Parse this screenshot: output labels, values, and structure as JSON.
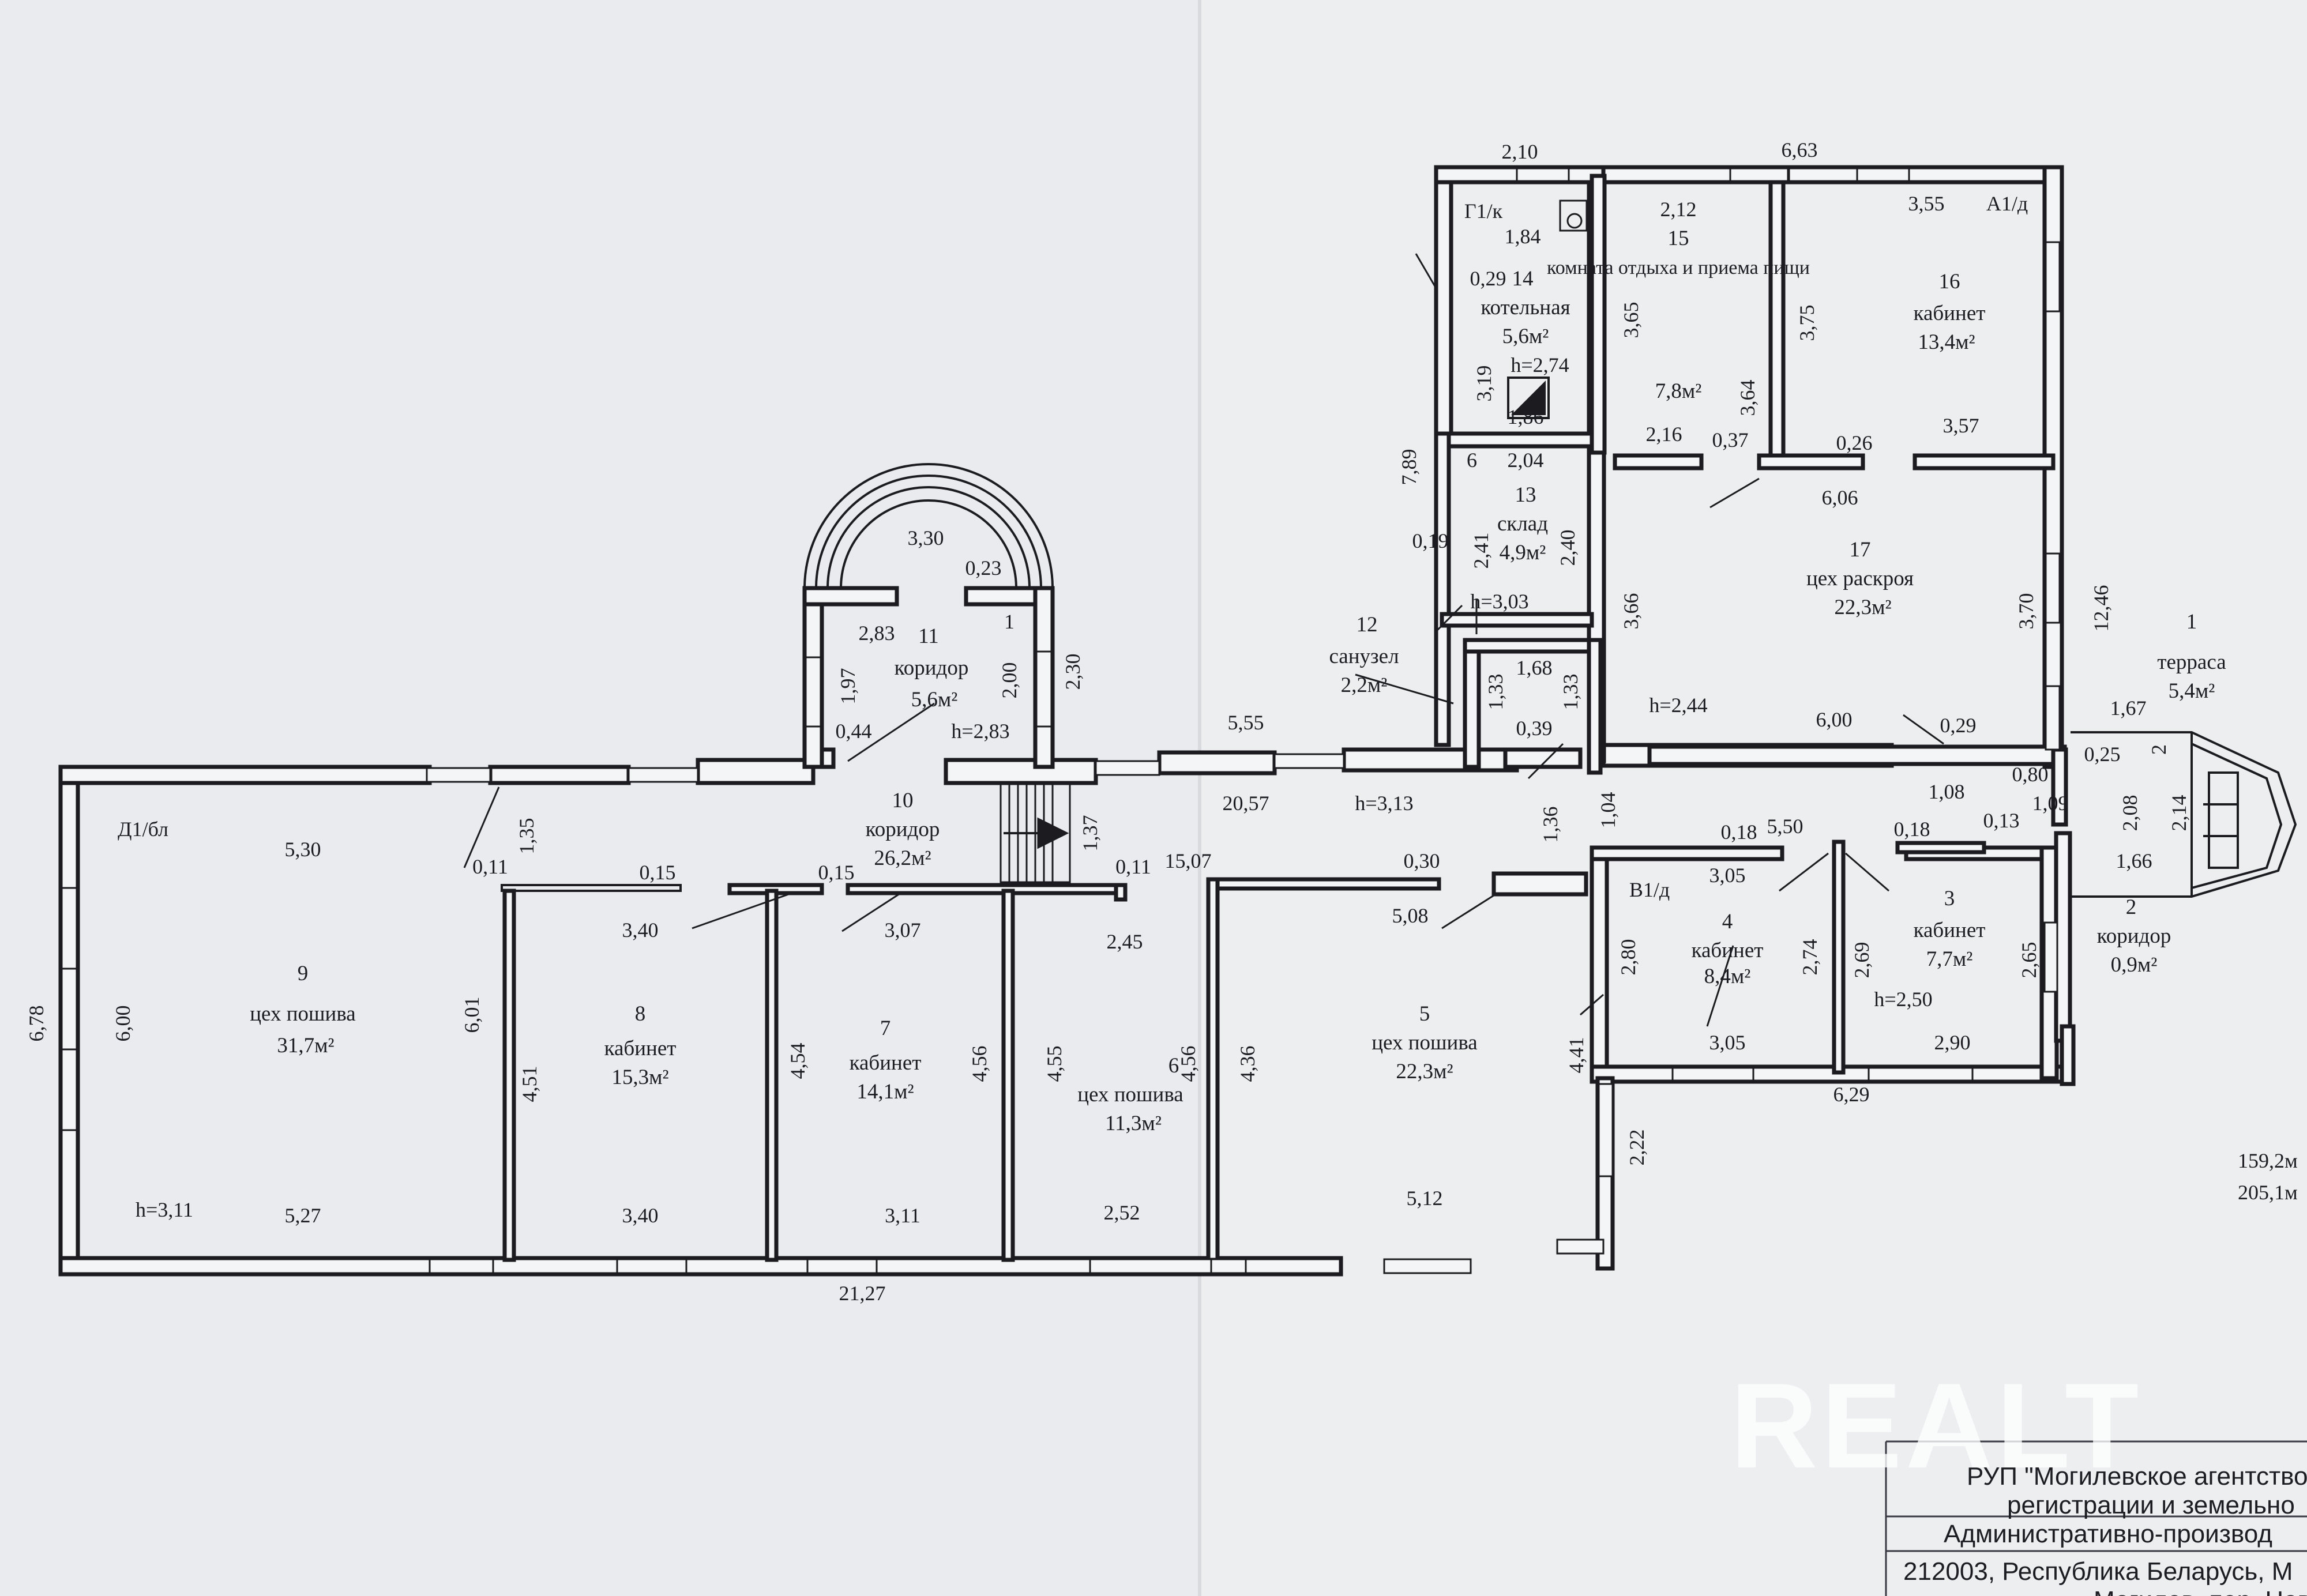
{
  "rooms": [
    {
      "id": "1",
      "name": "терраса",
      "area": "5,4м²"
    },
    {
      "id": "2",
      "name": "коридор",
      "area": "0,9м²"
    },
    {
      "id": "3",
      "name": "кабинет",
      "area": "7,7м²"
    },
    {
      "id": "4",
      "name": "кабинет",
      "area": "8,4м²"
    },
    {
      "id": "5",
      "name": "цех пошива",
      "area": "22,3м²"
    },
    {
      "id": "6",
      "name": "цех пошива",
      "area": "11,3м²"
    },
    {
      "id": "7",
      "name": "кабинет",
      "area": "14,1м²"
    },
    {
      "id": "8",
      "name": "кабинет",
      "area": "15,3м²"
    },
    {
      "id": "9",
      "name": "цех пошива",
      "area": "31,7м²"
    },
    {
      "id": "10",
      "name": "коридор",
      "area": "26,2м²"
    },
    {
      "id": "11",
      "name": "коридор",
      "area": "5,6м²"
    },
    {
      "id": "12",
      "name": "санузел",
      "area": "2,2м²"
    },
    {
      "id": "13",
      "name": "склад",
      "area": "4,9м²"
    },
    {
      "id": "14",
      "name": "котельная",
      "area": "5,6м²"
    },
    {
      "id": "15",
      "name": "комната отдыха и приема пищи",
      "area": "7,8м²"
    },
    {
      "id": "16",
      "name": "кабинет",
      "area": "13,4м²"
    },
    {
      "id": "17",
      "name": "цех раскроя",
      "area": "22,3м²"
    }
  ],
  "section_marks": [
    "Д1/бл",
    "Г1/к",
    "А1/д",
    "В1/д"
  ],
  "heights": [
    "h=3,11",
    "h=2,83",
    "h=3,13",
    "h=2,74",
    "h=3,03",
    "h=2,44",
    "h=2,50"
  ],
  "dimensions": {
    "top": [
      "2,10",
      "6,63",
      "3,55",
      "2,12",
      "1,84",
      "0,29",
      "5,55",
      "20,57",
      "5,30",
      "3,30",
      "0,23",
      "2,83",
      "1",
      "0,44",
      "2,04",
      "0,19",
      "1,68",
      "0,39",
      "0,37",
      "0,26",
      "3,57",
      "6,06",
      "6,00",
      "0,29",
      "1,67",
      "0,25",
      "0,80",
      "2,16",
      "15,07",
      "0,30",
      "5,08",
      "5,50",
      "0,18",
      "0,18",
      "0,13",
      "1,08",
      "1,09",
      "3,05",
      "0,15",
      "0,15",
      "0,11",
      "0,11",
      "3,40",
      "3,07",
      "2,45",
      "6"
    ],
    "bottom": [
      "5,27",
      "3,40",
      "3,11",
      "2,52",
      "5,12",
      "21,27",
      "3,05",
      "2,90",
      "6,29",
      "1,86",
      "1,66"
    ],
    "vertical": [
      "6,78",
      "6,00",
      "6,01",
      "1,35",
      "1,97",
      "2,00",
      "2,30",
      "1,37",
      "4,51",
      "4,54",
      "4,56",
      "4,55",
      "4,56",
      "4,36",
      "4,41",
      "2,22",
      "7,89",
      "3,19",
      "3,65",
      "3,64",
      "3,75",
      "2,41",
      "2,40",
      "1,33",
      "1,33",
      "1,36",
      "1,04",
      "3,66",
      "3,70",
      "12,46",
      "2,80",
      "2,74",
      "2,69",
      "2,65",
      "2,08",
      "2,14",
      "2"
    ]
  },
  "totals": [
    "159,2м",
    "205,1м"
  ],
  "stamp": {
    "line1": "РУП \"Могилевское агентство",
    "line2": "регистрации и земельно",
    "line3": "Административно-производ",
    "line4": "212003, Республика Беларусь, М",
    "line5": "Могилев, пер. Нов"
  },
  "watermark": "REALT",
  "colors": {
    "paper": "#eceef0",
    "ink": "#1b1b20",
    "wall_fill": "#f4f5f6"
  }
}
